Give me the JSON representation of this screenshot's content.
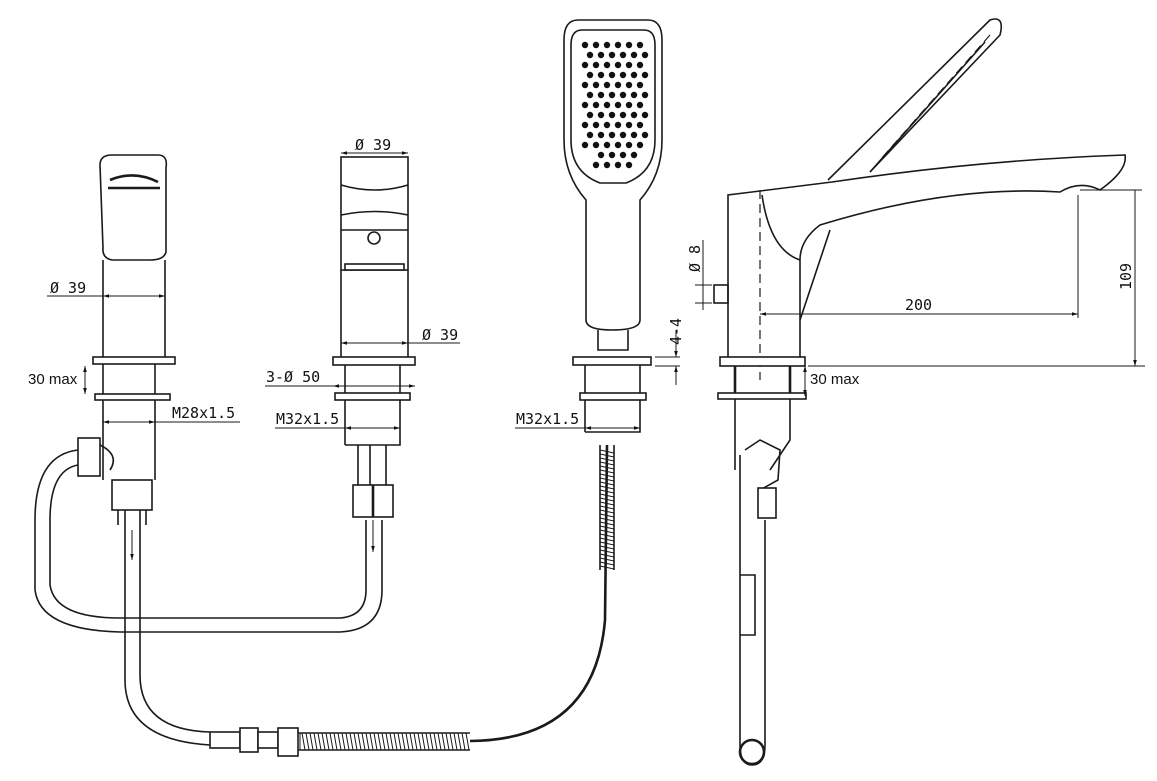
{
  "drawing": {
    "spout_mixer": {
      "diameter_label": "Ø 39",
      "deck_label": "30 max",
      "thread_label": "M28x1.5"
    },
    "diverter": {
      "top_diameter_label": "Ø 39",
      "body_diameter_label": "Ø 39",
      "hole_label": "3-Ø 50",
      "thread_label": "M32x1.5"
    },
    "hand_shower": {
      "thread_label": "M32x1.5",
      "flange_label": "4-4"
    },
    "side_view": {
      "pin_label": "Ø 8",
      "reach_label": "200",
      "height_label": "109",
      "deck_label": "30 max"
    }
  }
}
